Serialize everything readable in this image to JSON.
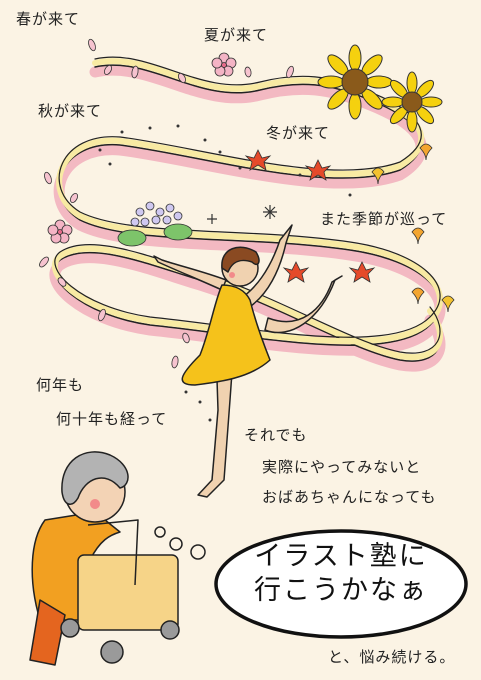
{
  "poem": {
    "spring": "春が来て",
    "summer": "夏が来て",
    "autumn": "秋が来て",
    "winter": "冬が来て",
    "again": "また季節が巡って",
    "years1": "何年も",
    "years2": "何十年も経って",
    "still": "それでも",
    "without": "実際にやってみないと",
    "grandma": "おばあちゃんになっても"
  },
  "bubble": {
    "line1": "イラスト塾に",
    "line2": "行こうかなぁ"
  },
  "ending": "と、悩み続ける。",
  "colors": {
    "background": "#fbf3e4",
    "ribbon_pink": "#f3b9c2",
    "ribbon_yellow": "#f8eaa3",
    "dress_yellow": "#f5c21b",
    "sunflower": "#f5d10f",
    "grandma_orange": "#f2a021",
    "walker_yellow": "#f6d488"
  }
}
